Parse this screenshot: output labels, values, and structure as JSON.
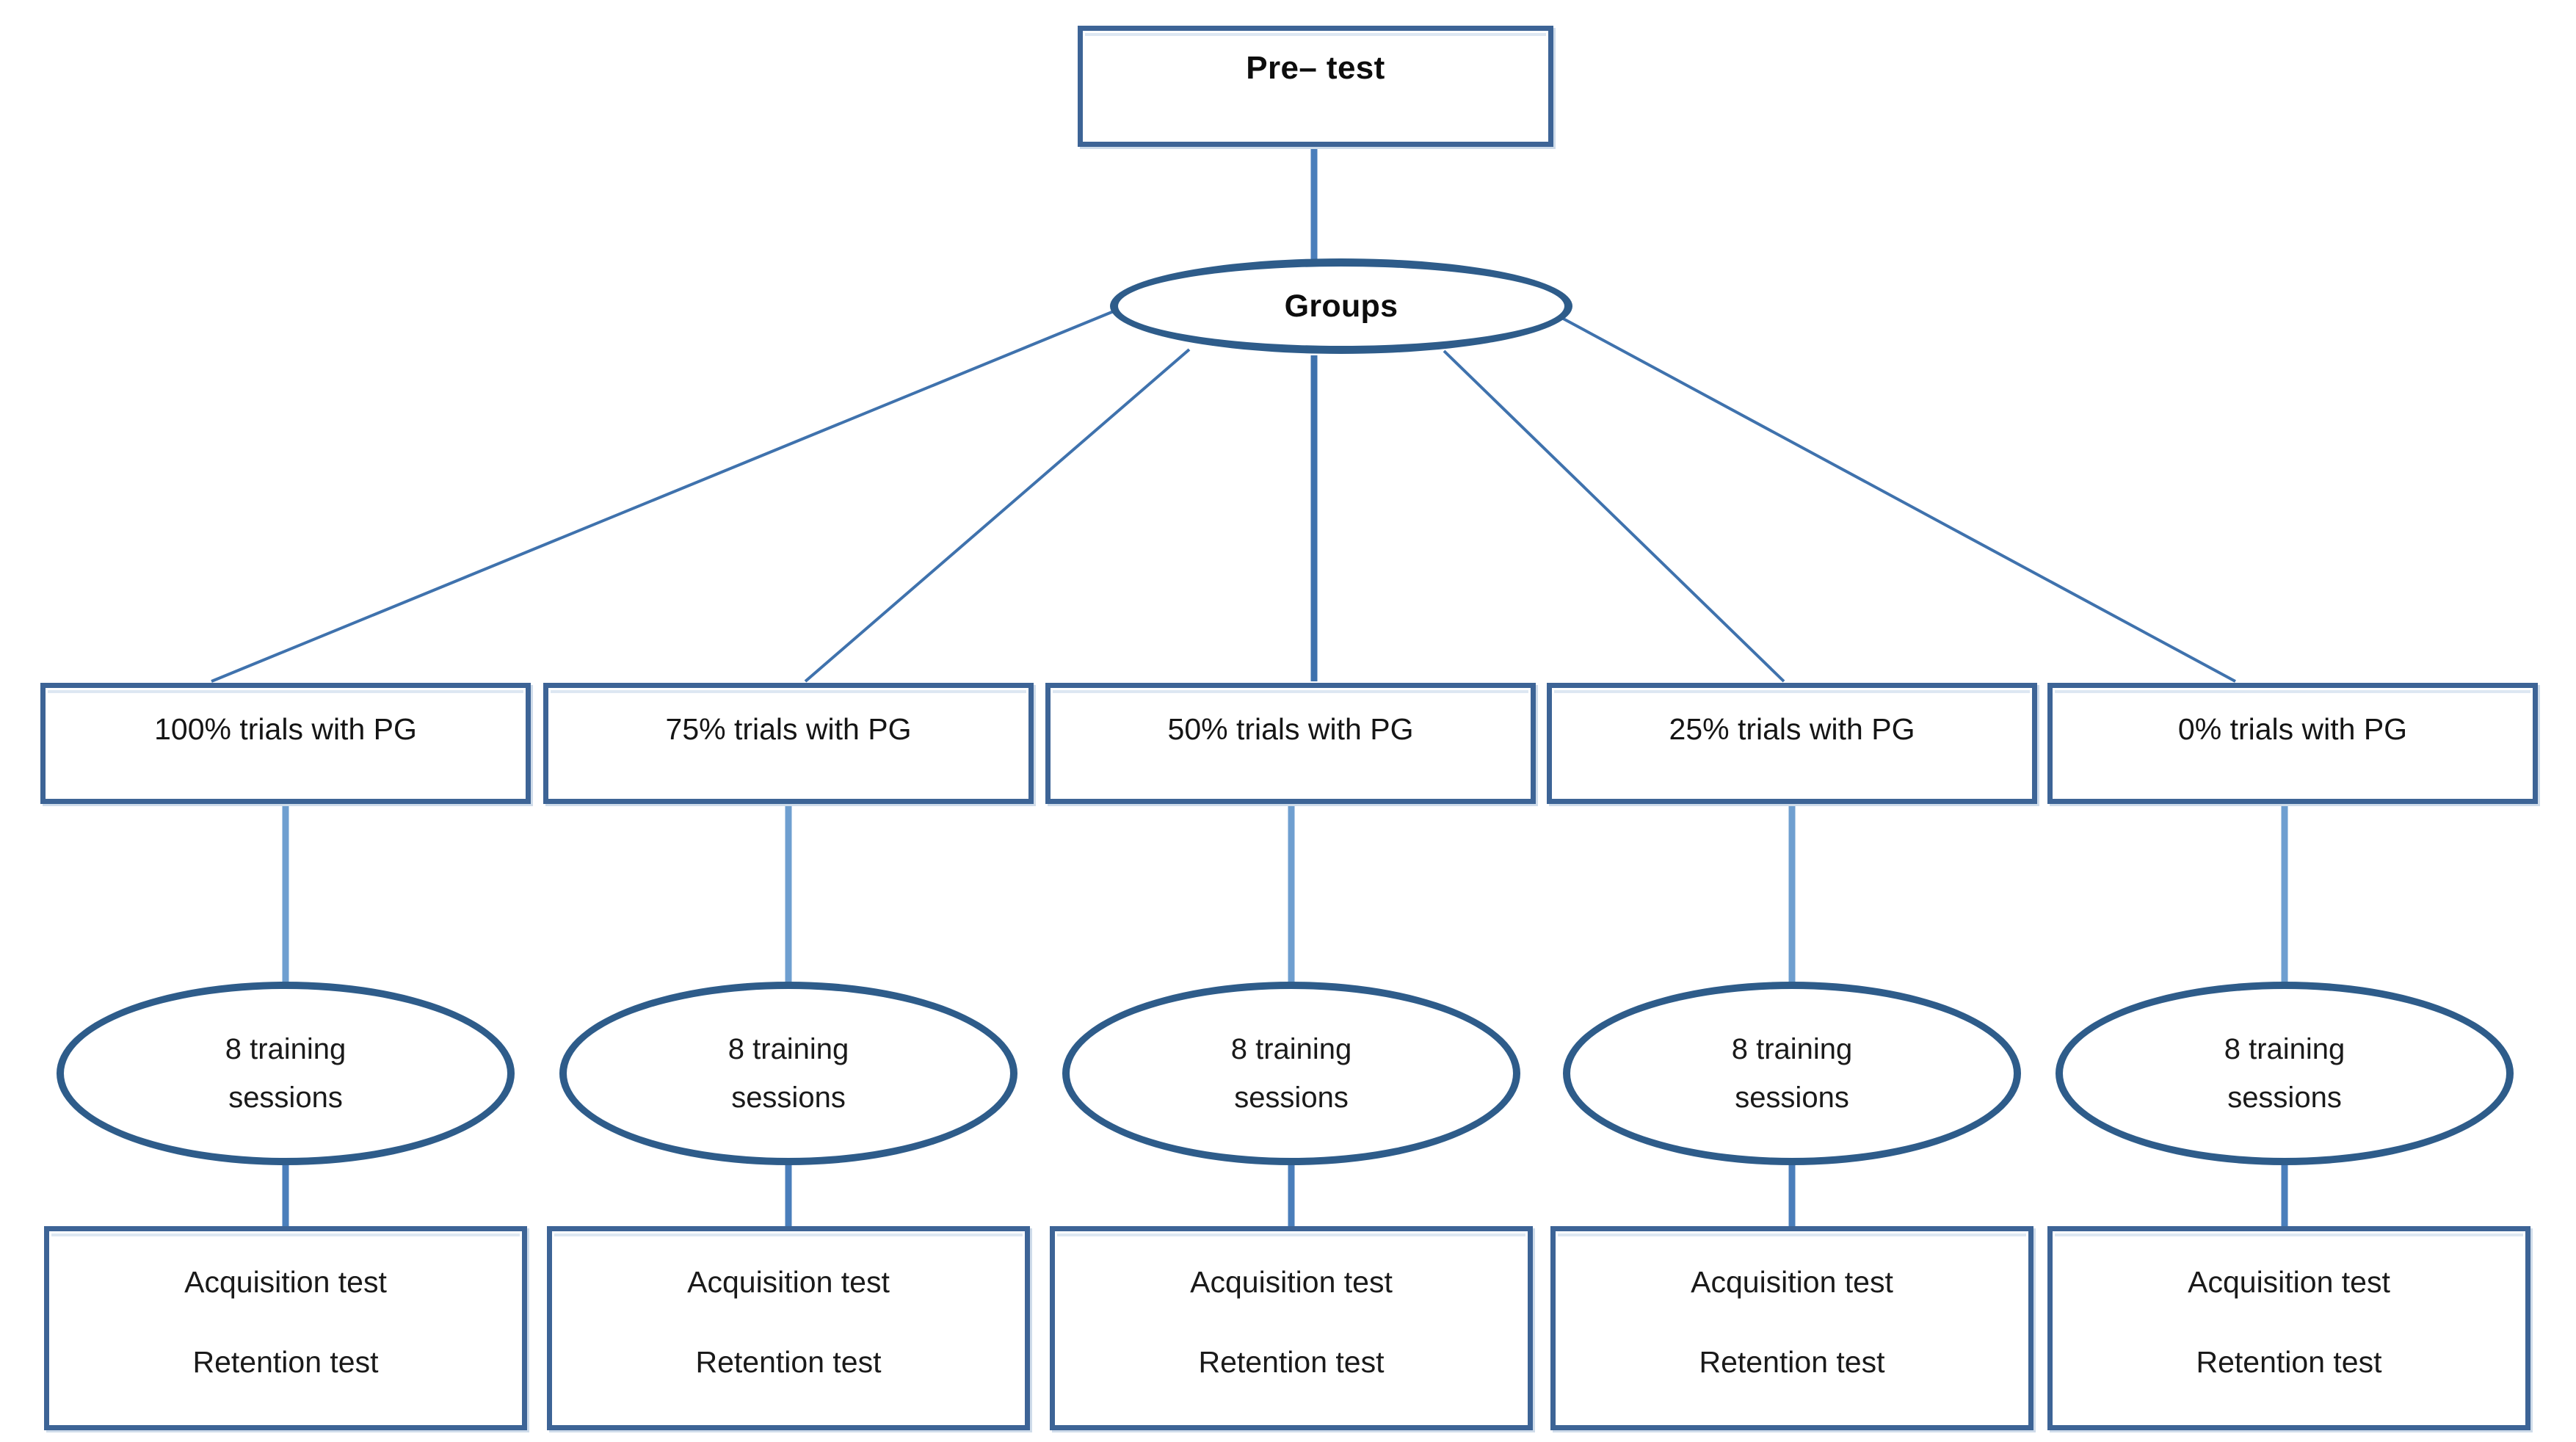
{
  "diagram": {
    "title_node": {
      "id": "pre-test",
      "label": "Pre– test",
      "shape": "rectangle"
    },
    "groups_node": {
      "id": "groups",
      "label": "Groups",
      "shape": "ellipse"
    },
    "ghost_artifact": "PG",
    "colors": {
      "box_border": "#3d6496",
      "ellipse_border": "#2e5c8a",
      "connector": "#4a7ebb",
      "connector_thick": "#4a7ebb",
      "background": "#ffffff",
      "text": "#0d0d0d"
    },
    "branches": [
      {
        "condition": "100% trials with PG",
        "training": {
          "line1": "8 training",
          "line2": "sessions"
        },
        "tests": {
          "line1": "Acquisition test",
          "line2": "Retention test"
        }
      },
      {
        "condition": "75% trials with PG",
        "training": {
          "line1": "8 training",
          "line2": "sessions"
        },
        "tests": {
          "line1": "Acquisition test",
          "line2": "Retention test"
        }
      },
      {
        "condition": "50% trials with PG",
        "training": {
          "line1": "8 training",
          "line2": "sessions"
        },
        "tests": {
          "line1": "Acquisition test",
          "line2": "Retention test"
        }
      },
      {
        "condition": "25% trials with PG",
        "training": {
          "line1": "8 training",
          "line2": "sessions"
        },
        "tests": {
          "line1": "Acquisition test",
          "line2": "Retention test"
        }
      },
      {
        "condition": "0% trials with PG",
        "training": {
          "line1": "8 training",
          "line2": "sessions"
        },
        "tests": {
          "line1": "Acquisition test",
          "line2": "Retention test"
        }
      }
    ]
  }
}
